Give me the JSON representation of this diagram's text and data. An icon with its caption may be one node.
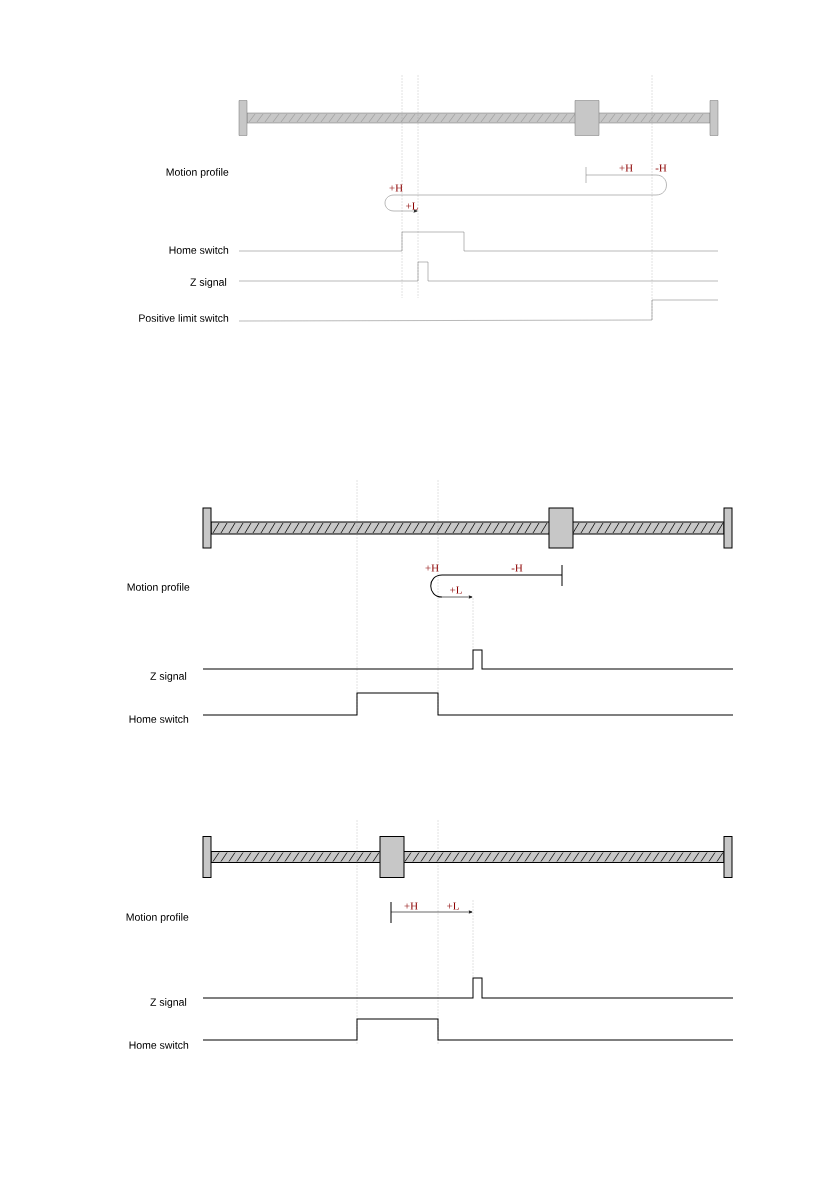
{
  "diagram": {
    "labels": [
      "Motion profile",
      "+H",
      "-H",
      "+H",
      "+L",
      "Home switch",
      "Z signal",
      "Positive limit switch",
      "+H",
      "-H",
      "Motion profile",
      "+L",
      "Z signal",
      "Home switch",
      "Motion profile",
      "+H",
      "+L",
      "Z signal",
      "Home switch"
    ]
  }
}
